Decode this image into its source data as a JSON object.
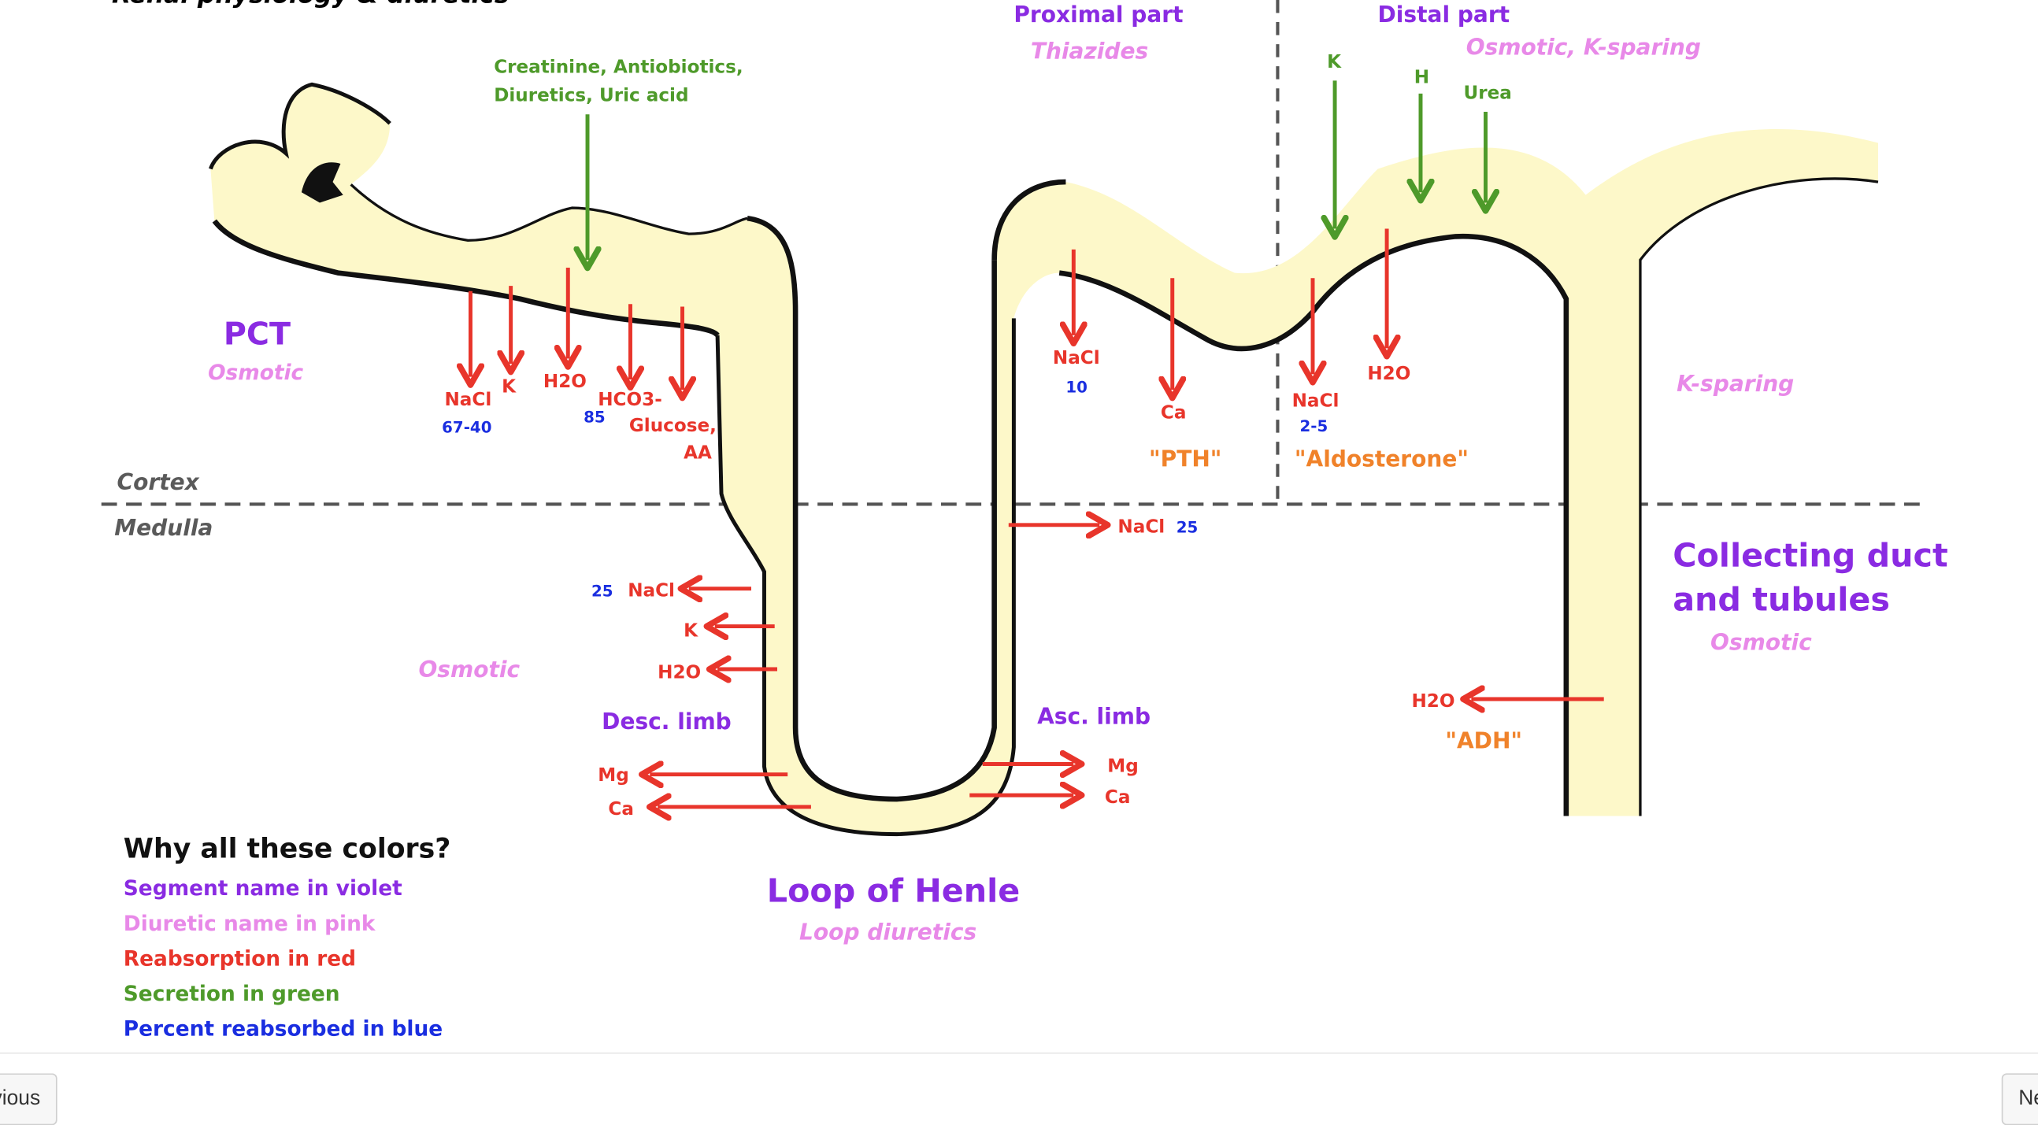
{
  "header": {
    "title": "Renal physiology & diuretics"
  },
  "colors": {
    "violet": "#8a2be2",
    "pink": "#e889e8",
    "red": "#e8352b",
    "green": "#4e9a2a",
    "blue": "#1a2ee0",
    "orange": "#f0822a",
    "gray": "#5a5a5a",
    "tubule_fill": "#fdf8c9"
  },
  "zones": {
    "cortex": "Cortex",
    "medulla": "Medulla"
  },
  "pct": {
    "name": "PCT",
    "diuretic": "Osmotic",
    "secretion": [
      "Creatinine, Antiobiotics,",
      "Diuretics, Uric acid"
    ],
    "reabsorption": {
      "nacl": "NaCl",
      "nacl_pct": "67-40",
      "k": "K",
      "h2o": "H2O",
      "h2o_pct": "85",
      "hco3": "HCO3-",
      "glucose": "Glucose,",
      "aa": "AA"
    }
  },
  "distal_header": {
    "proximal_part": "Proximal part",
    "proximal_diuretic": "Thiazides",
    "distal_part": "Distal part",
    "distal_diuretic": "Osmotic, K-sparing"
  },
  "dct_proximal": {
    "nacl": "NaCl",
    "nacl_pct": "10",
    "ca": "Ca",
    "hormone": "\"PTH\""
  },
  "dct_distal": {
    "secretion": [
      "K",
      "H",
      "Urea"
    ],
    "nacl": "NaCl",
    "nacl_pct": "2-5",
    "h2o": "H2O",
    "hormone": "\"Aldosterone\""
  },
  "loop": {
    "name": "Loop of Henle",
    "diuretic": "Loop diuretics",
    "desc_limb": {
      "name": "Desc. limb",
      "diuretic": "Osmotic",
      "nacl_pct": "25",
      "nacl": "NaCl",
      "k": "K",
      "h2o": "H2O",
      "mg": "Mg",
      "ca": "Ca"
    },
    "asc_limb": {
      "name": "Asc. limb",
      "nacl": "NaCl",
      "nacl_pct": "25",
      "mg": "Mg",
      "ca": "Ca"
    }
  },
  "collecting": {
    "name_line1": "Collecting duct",
    "name_line2": "and tubules",
    "diuretic": "Osmotic",
    "k_sparing": "K-sparing",
    "h2o": "H2O",
    "hormone": "\"ADH\""
  },
  "legend": {
    "title": "Why all these colors?",
    "items": [
      "Segment name in violet",
      "Diuretic name in pink",
      "Reabsorption in red",
      "Secretion in green",
      "Percent reabsorbed in blue"
    ]
  },
  "nav": {
    "prev": "Previous",
    "next": "Next"
  }
}
